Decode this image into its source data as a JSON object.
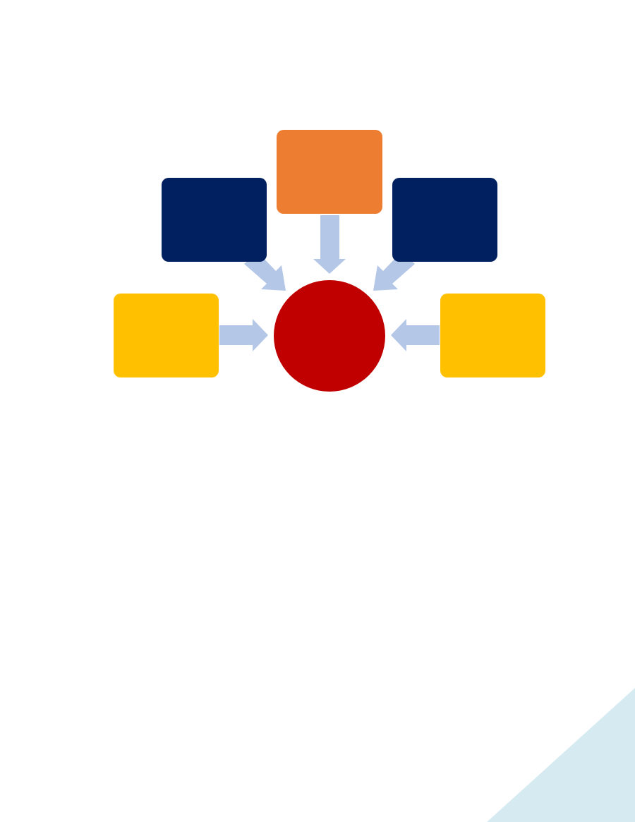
{
  "diagram": {
    "type": "converging-radial",
    "center": {
      "shape": "circle",
      "label": "",
      "color": "#C00000"
    },
    "nodes": [
      {
        "id": "top",
        "position": "top",
        "label": "",
        "color": "#ED7D31"
      },
      {
        "id": "upper-left",
        "position": "upper-left",
        "label": "",
        "color": "#002060"
      },
      {
        "id": "upper-right",
        "position": "upper-right",
        "label": "",
        "color": "#002060"
      },
      {
        "id": "left",
        "position": "left",
        "label": "",
        "color": "#FFC000"
      },
      {
        "id": "right",
        "position": "right",
        "label": "",
        "color": "#FFC000"
      }
    ],
    "arrow_color": "#B4C7E7",
    "arrow_direction": "toward-center"
  },
  "decoration": {
    "corner_triangle_color": "#D5EAF1"
  }
}
